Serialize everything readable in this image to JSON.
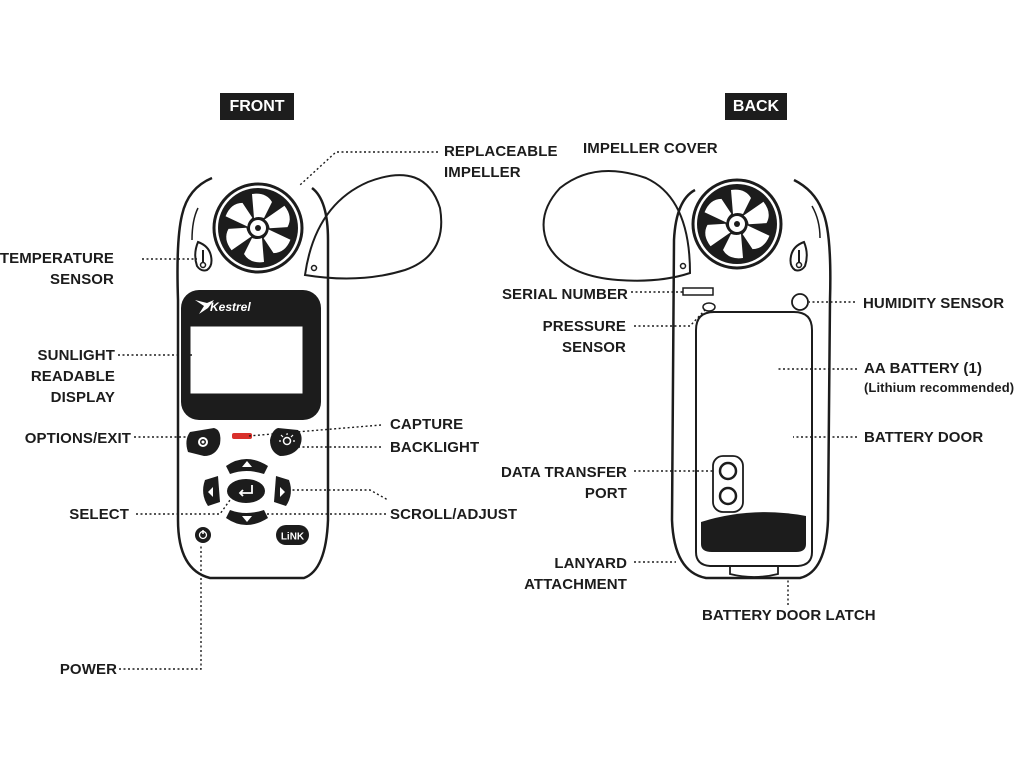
{
  "headings": {
    "front": "FRONT",
    "back": "BACK"
  },
  "front": {
    "brand": "Kestrel",
    "link_button": "LiNK",
    "labels": {
      "replaceable_impeller": [
        "REPLACEABLE",
        "IMPELLER"
      ],
      "temperature_sensor": [
        "TEMPERATURE",
        "SENSOR"
      ],
      "sunlight_display": [
        "SUNLIGHT",
        "READABLE",
        "DISPLAY"
      ],
      "options_exit": "OPTIONS/EXIT",
      "capture": "CAPTURE",
      "backlight": "BACKLIGHT",
      "select": "SELECT",
      "scroll_adjust": "SCROLL/ADJUST",
      "power": "POWER"
    }
  },
  "back": {
    "labels": {
      "impeller_cover": "IMPELLER COVER",
      "serial_number": "SERIAL NUMBER",
      "pressure_sensor": [
        "PRESSURE",
        "SENSOR"
      ],
      "humidity_sensor": "HUMIDITY SENSOR",
      "aa_battery": "AA BATTERY (1)",
      "aa_battery_note": "(Lithium recommended)",
      "battery_door": "BATTERY DOOR",
      "data_transfer_port": [
        "DATA TRANSFER",
        "PORT"
      ],
      "lanyard_attachment": [
        "LANYARD",
        "ATTACHMENT"
      ],
      "battery_door_latch": "BATTERY DOOR LATCH"
    }
  },
  "colors": {
    "ink": "#1c1c1c",
    "heading_bg": "#1d1d1d",
    "capture_accent": "#d9302b",
    "background": "#ffffff"
  }
}
